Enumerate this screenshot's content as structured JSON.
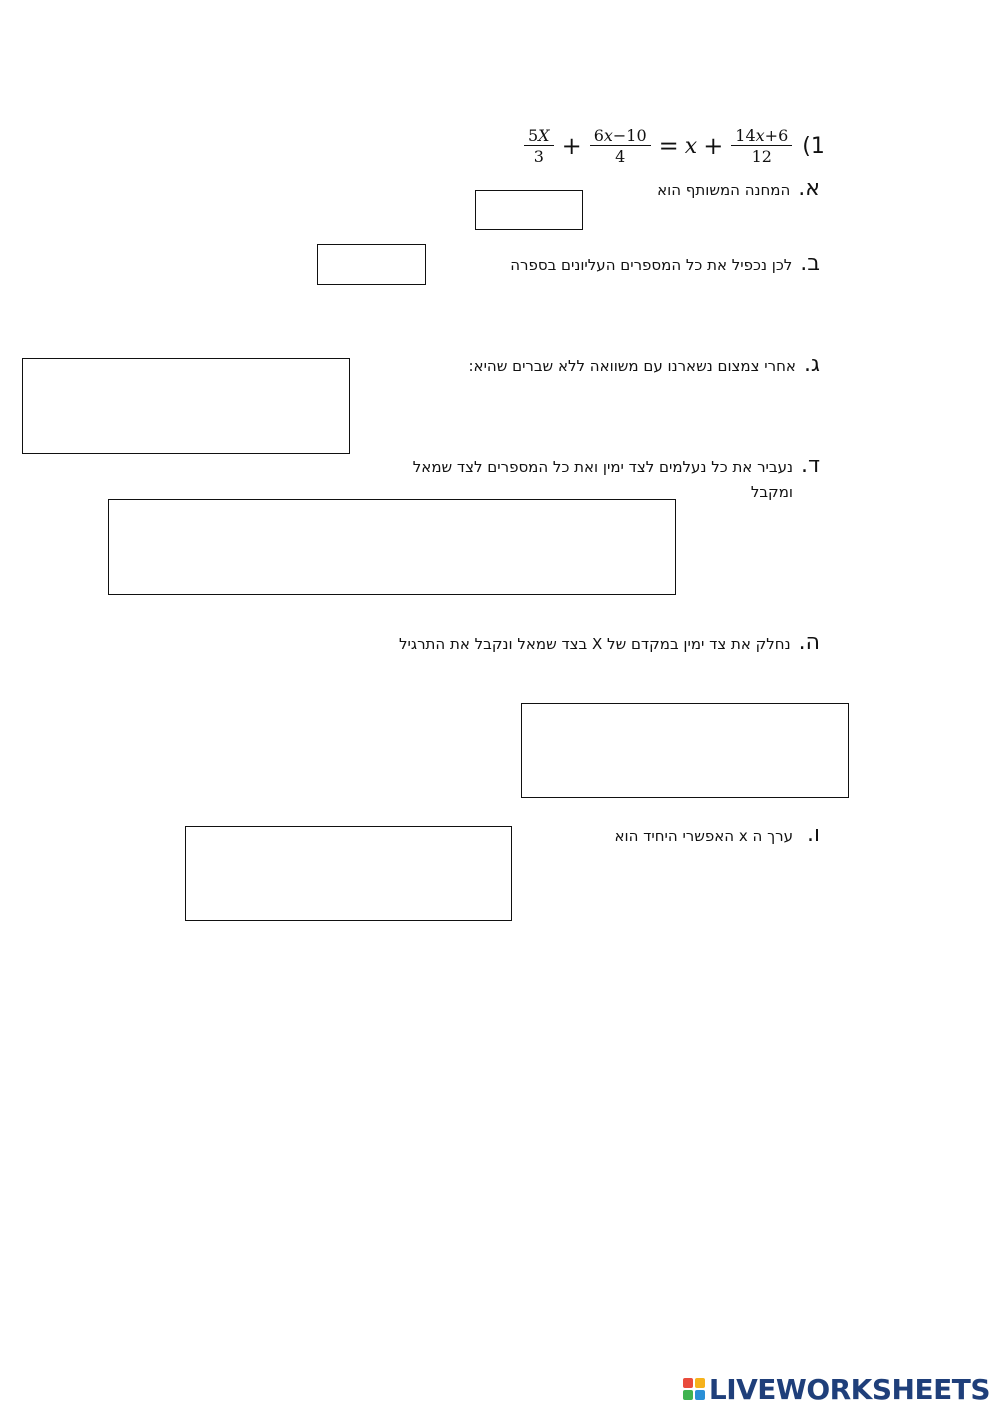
{
  "equation": {
    "f1_num": "5𝑋",
    "f1_den": "3",
    "op1": "+",
    "f2_num": "6𝑥−10",
    "f2_den": "4",
    "eq": "=",
    "var_x": "𝑥",
    "op2": "+",
    "f3_num": "14𝑥+6",
    "f3_den": "12",
    "number": "(1"
  },
  "steps": [
    {
      "letter": "א.",
      "text": "המחנה המשותף הוא"
    },
    {
      "letter": "ב.",
      "text": "לכן נכפיל את כל המספרים העליונים בספרה"
    },
    {
      "letter": "ג.",
      "text": "אחרי צמצום נשארנו עם משוואה ללא שברים שהיא:"
    },
    {
      "letter": "ד.",
      "text": "נעביר את כל נעלמים לצד ימין ואת כל המספרים לצד שמאל ומקבל"
    },
    {
      "letter": "ה.",
      "text": "נחלק את צד ימין במקדם של X בצד שמאל ונקבל את התרגיל"
    },
    {
      "letter": "ו.",
      "text": "ערך ה x האפשרי היחיד הוא"
    }
  ],
  "footer": {
    "logo_text": "LIVEWORKSHEETS",
    "icon_colors": [
      "#e94b3c",
      "#f6b21b",
      "#3fb34f",
      "#2a8fd6"
    ]
  }
}
